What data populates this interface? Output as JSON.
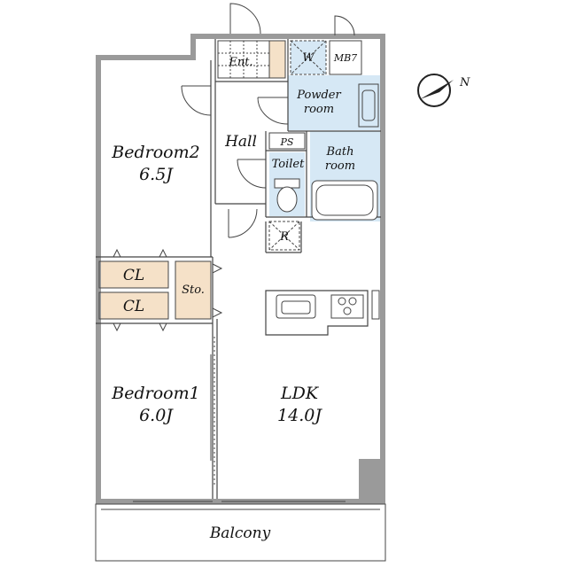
{
  "plan": {
    "rooms": {
      "bedroom2": {
        "name": "Bedroom2",
        "size": "6.5J"
      },
      "bedroom1": {
        "name": "Bedroom1",
        "size": "6.0J"
      },
      "ldk": {
        "name": "LDK",
        "size": "14.0J"
      },
      "hall": "Hall",
      "entrance": "Ent.",
      "powder": {
        "line1": "Powder",
        "line2": "room"
      },
      "bath": {
        "line1": "Bath",
        "line2": "room"
      },
      "toilet": "Toilet",
      "closet1": "CL",
      "closet2": "CL",
      "storage": "Sto.",
      "balcony": "Balcony",
      "washer": "W",
      "meter_box": "MB7",
      "pipe_space": "PS",
      "fridge": "R"
    },
    "compass": {
      "label": "N"
    },
    "colors": {
      "wet_area": "#d6e8f5",
      "closet": "#f5e1c8",
      "wall": "#9a9a9a"
    }
  }
}
